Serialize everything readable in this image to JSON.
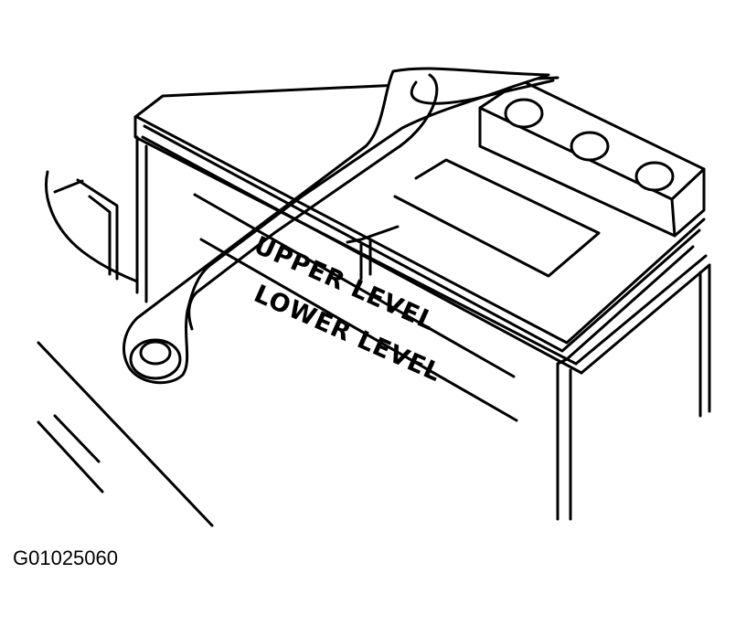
{
  "labels": {
    "upper_level": "UPPER LEVEL",
    "lower_level": "LOWER LEVEL"
  },
  "figure_id": "G01025060"
}
